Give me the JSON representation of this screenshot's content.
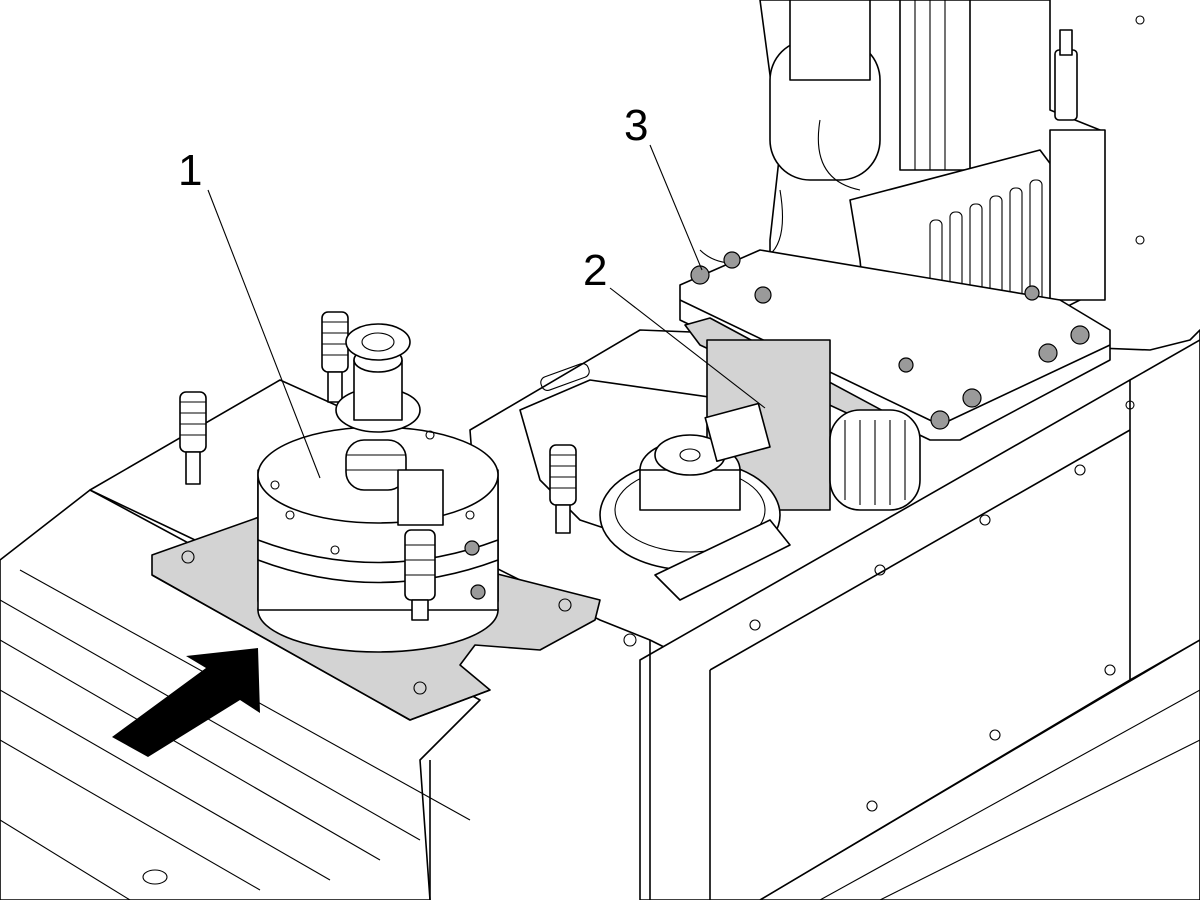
{
  "callouts": [
    {
      "id": "1",
      "label": "1"
    },
    {
      "id": "2",
      "label": "2"
    },
    {
      "id": "3",
      "label": "3"
    }
  ],
  "colors": {
    "line": "#000000",
    "background": "#ffffff",
    "part_fill": "#d3d3d3",
    "highlight_plate": "#c8c8c8",
    "arrow": "#000000"
  },
  "arrow": {
    "direction": "up-right"
  }
}
